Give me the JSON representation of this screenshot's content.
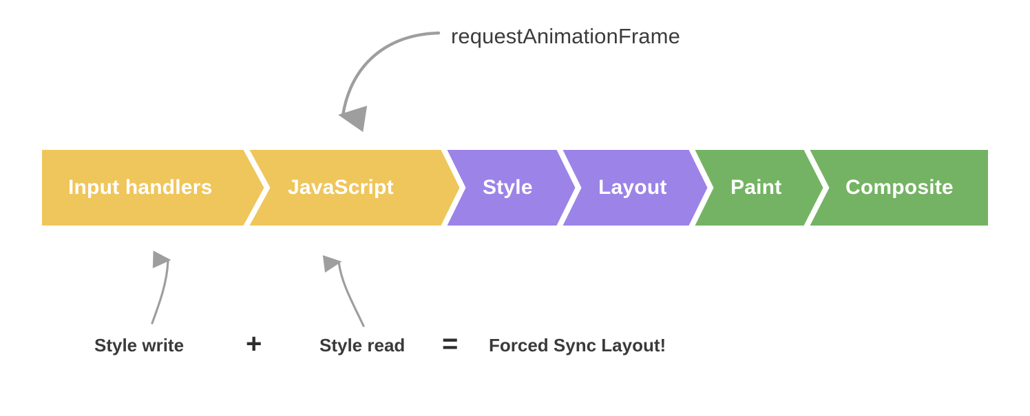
{
  "diagram": {
    "title_callout": "requestAnimationFrame",
    "background_color": "#ffffff",
    "arrow_color": "#9e9e9e",
    "pipeline": {
      "stages": [
        {
          "label": "Input handlers",
          "color": "#EFC65B",
          "group": "script"
        },
        {
          "label": "JavaScript",
          "color": "#EFC65B",
          "group": "script"
        },
        {
          "label": "Style",
          "color": "#9C83E8",
          "group": "render"
        },
        {
          "label": "Layout",
          "color": "#9C83E8",
          "group": "render"
        },
        {
          "label": "Paint",
          "color": "#74B363",
          "group": "raster"
        },
        {
          "label": "Composite",
          "color": "#74B363",
          "group": "raster"
        }
      ],
      "label_color": "#ffffff"
    },
    "formula": {
      "left_term": "Style write",
      "operator_plus": "+",
      "right_term": "Style read",
      "operator_equals": "=",
      "result": "Forced Sync Layout!",
      "text_color": "#3a3a3a"
    },
    "annotations": {
      "raf_arrow_target": "JavaScript",
      "style_write_arrow_target": "Input handlers",
      "style_read_arrow_target": "JavaScript"
    }
  }
}
